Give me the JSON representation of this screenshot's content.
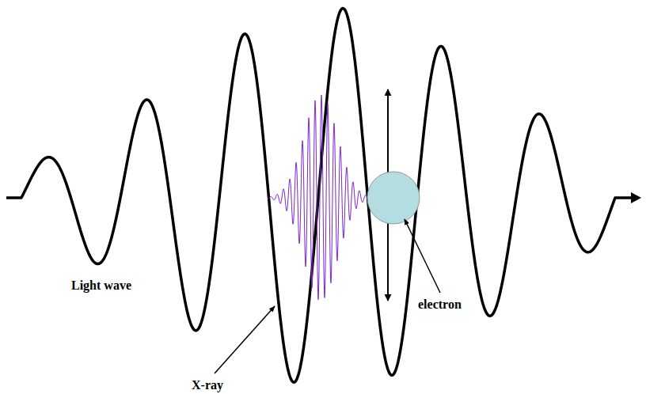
{
  "diagram": {
    "labels": [
      "Light wave",
      "X-ray",
      "electron"
    ]
  }
}
